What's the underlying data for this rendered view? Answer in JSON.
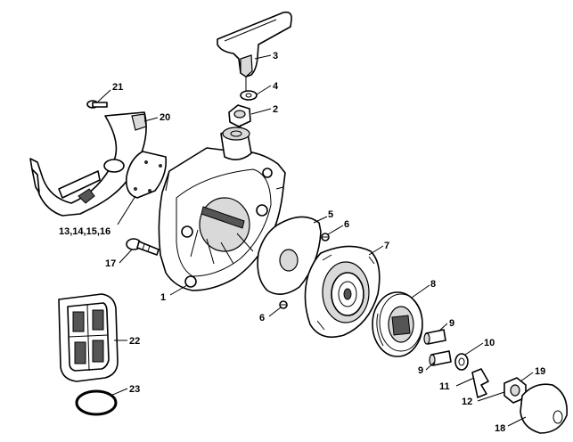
{
  "callouts": {
    "c1": "1",
    "c2": "2",
    "c3": "3",
    "c4": "4",
    "c5": "5",
    "c6a": "6",
    "c6b": "6",
    "c7": "7",
    "c8": "8",
    "c9a": "9",
    "c9b": "9",
    "c10": "10",
    "c11": "11",
    "c12": "12",
    "c13": "13,14,15,16",
    "c17": "17",
    "c18": "18",
    "c19": "19",
    "c20": "20",
    "c21": "21",
    "c22": "22",
    "c23": "23"
  }
}
